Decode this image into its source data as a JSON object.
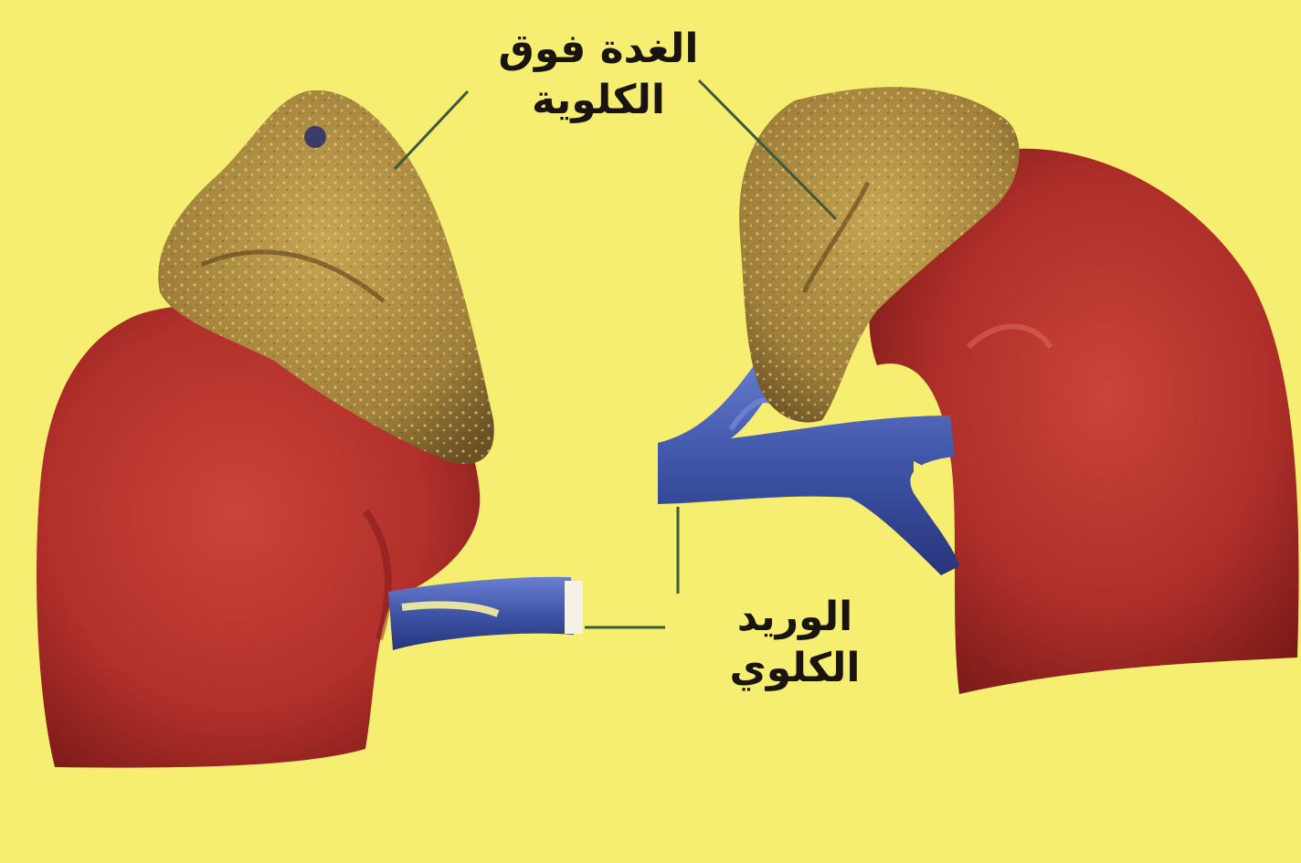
{
  "labels": {
    "adrenal_gland": {
      "line1": "الغدة فوق",
      "line2": "الكلوية"
    },
    "renal_vein": {
      "line1": "الوريد",
      "line2": "الكلوي"
    }
  },
  "colors": {
    "background": "#f6ee70",
    "kidney": "#b8302a",
    "kidney_shadow": "#7a1a18",
    "gland": "#a8863a",
    "vein": "#3f55a8",
    "leader_line": "#3d5a3a"
  }
}
